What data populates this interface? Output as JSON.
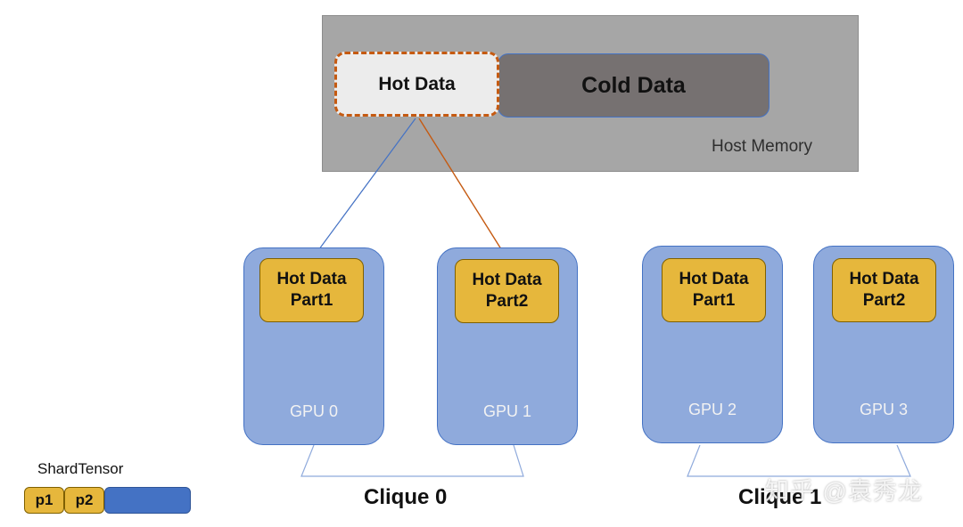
{
  "host": {
    "label": "Host Memory",
    "hot_label": "Hot Data",
    "cold_label": "Cold Data"
  },
  "gpus": [
    {
      "label": "GPU 0",
      "part_line1": "Hot Data",
      "part_line2": "Part1"
    },
    {
      "label": "GPU 1",
      "part_line1": "Hot Data",
      "part_line2": "Part2"
    },
    {
      "label": "GPU 2",
      "part_line1": "Hot Data",
      "part_line2": "Part1"
    },
    {
      "label": "GPU 3",
      "part_line1": "Hot Data",
      "part_line2": "Part2"
    }
  ],
  "cliques": [
    {
      "label": "Clique 0"
    },
    {
      "label": "Clique 1"
    }
  ],
  "shard_tensor": {
    "title": "ShardTensor",
    "parts": [
      "p1",
      "p2"
    ]
  },
  "watermark": "知乎 @袁秀龙",
  "colors": {
    "host_bg": "#a6a6a6",
    "cold_bg": "#767171",
    "hot_border": "#c55a11",
    "gpu_bg": "#8faadc",
    "part_bg": "#e6b73c",
    "link_blue": "#4472c4",
    "link_orange": "#c55a11"
  }
}
